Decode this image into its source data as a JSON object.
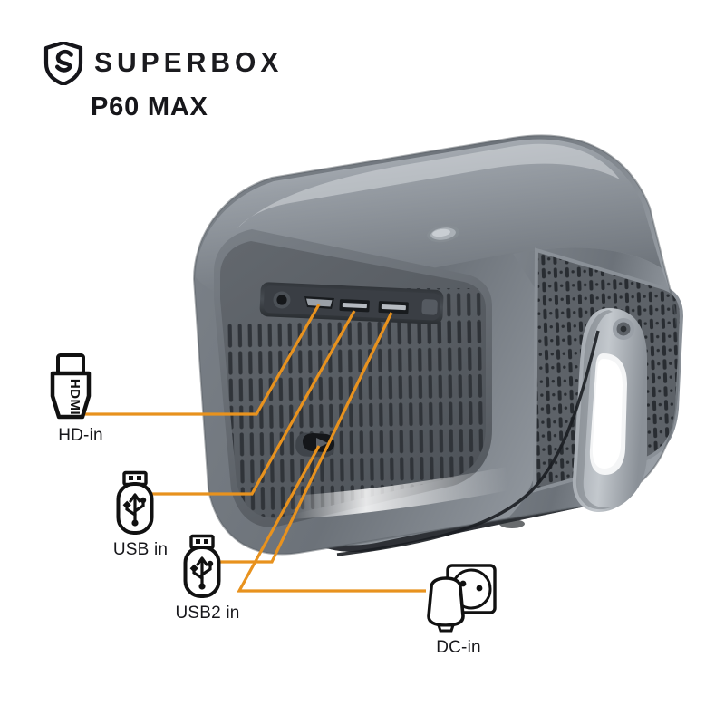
{
  "brand": {
    "logo_icon": "superbox-shield-s-logo",
    "name": "SUPERBOX",
    "model": "P60 MAX"
  },
  "product": {
    "name": "SUPERBOX P60 MAX projector",
    "view": "rear three-quarter view",
    "body_color": "#6e7379",
    "body_dark": "#4a4e54",
    "panel_color": "#5b6066",
    "vent_color": "#2f3338",
    "stand_color": "#b9bec4",
    "features": [
      "top indicator button",
      "rear port bay",
      "rear slot vents",
      "side honeycomb vent",
      "pivot screw",
      "curved stand foot"
    ],
    "ports": [
      {
        "name": "audio-jack",
        "label": "3.5mm audio"
      },
      {
        "name": "hdmi-port",
        "label": "HDMI"
      },
      {
        "name": "usb-port-1",
        "label": "USB"
      },
      {
        "name": "usb-port-2",
        "label": "USB2"
      },
      {
        "name": "dc-inlet",
        "label": "DC power inlet"
      }
    ]
  },
  "accent_color": "#e8921e",
  "callouts": [
    {
      "id": "hd-in",
      "label": "HD-in",
      "icon": "hdmi-connector-icon",
      "icon_text": "HDMI",
      "target_port": "hdmi-port"
    },
    {
      "id": "usb-in",
      "label": "USB in",
      "icon": "usb-flash-drive-icon",
      "target_port": "usb-port-1"
    },
    {
      "id": "usb2-in",
      "label": "USB2 in",
      "icon": "usb-flash-drive-icon",
      "target_port": "usb-port-2"
    },
    {
      "id": "dc-in",
      "label": "DC-in",
      "icon": "power-plug-socket-icon",
      "target_port": "dc-inlet"
    }
  ]
}
